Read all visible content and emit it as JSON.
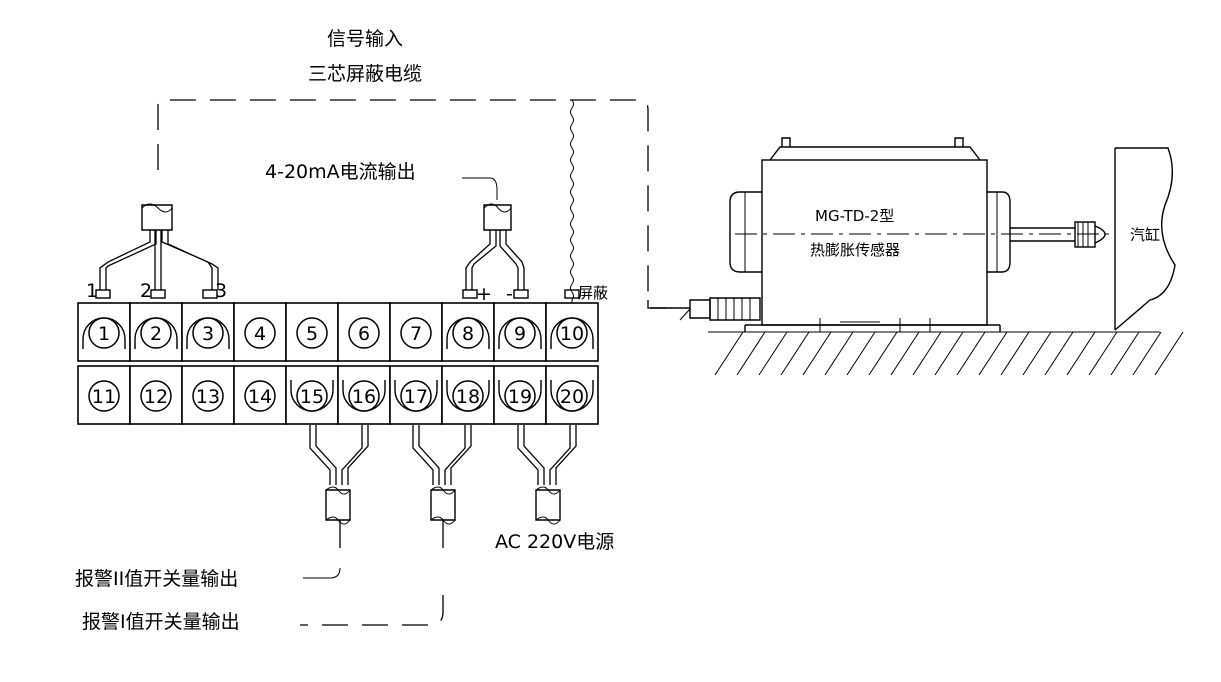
{
  "labels": {
    "signal_input": "信号输入",
    "cable_type": "三芯屏蔽电缆",
    "current_output": "4-20mA电流输出",
    "shield": "屏蔽",
    "power": "AC 220V电源",
    "alarm2": "报警II值开关量输出",
    "alarm1": "报警I值开关量输出",
    "sensor_model": "MG-TD-2型",
    "sensor_name": "热膨胀传感器",
    "cylinder": "汽缸",
    "wire1": "1",
    "wire2": "2",
    "wire3": "3",
    "plus": "+",
    "minus": "-"
  },
  "terminals_top": [
    "1",
    "2",
    "3",
    "4",
    "5",
    "6",
    "7",
    "8",
    "9",
    "10"
  ],
  "terminals_bottom": [
    "11",
    "12",
    "13",
    "14",
    "15",
    "16",
    "17",
    "18",
    "19",
    "20"
  ]
}
